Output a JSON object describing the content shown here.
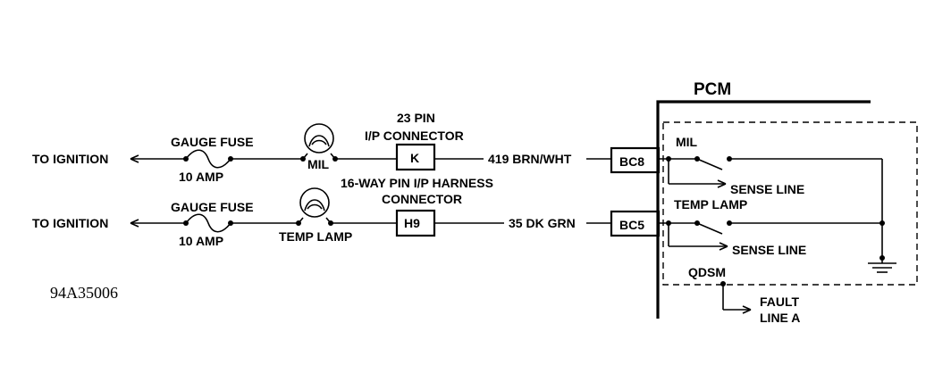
{
  "labels": {
    "to_ignition_1": "TO IGNITION",
    "to_ignition_2": "TO IGNITION",
    "gauge_fuse_1": "GAUGE FUSE",
    "gauge_fuse_2": "GAUGE FUSE",
    "amp_1": "10 AMP",
    "amp_2": "10 AMP",
    "mil_lamp": "MIL",
    "temp_lamp": "TEMP LAMP",
    "pin23_line1": "23 PIN",
    "pin23_line2": "I/P CONNECTOR",
    "harness_line1": "16-WAY PIN I/P HARNESS",
    "harness_line2": "CONNECTOR",
    "connector_k": "K",
    "connector_h9": "H9",
    "wire_1": "419 BRN/WHT",
    "wire_2": "35 DK GRN",
    "bc8": "BC8",
    "bc5": "BC5",
    "pcm": "PCM",
    "pcm_mil": "MIL",
    "pcm_temp_lamp": "TEMP LAMP",
    "sense_line_1": "SENSE LINE",
    "sense_line_2": "SENSE LINE",
    "qdsm": "QDSM",
    "fault_line1": "FAULT",
    "fault_line2": "LINE A",
    "figure_ref": "94A35006"
  }
}
